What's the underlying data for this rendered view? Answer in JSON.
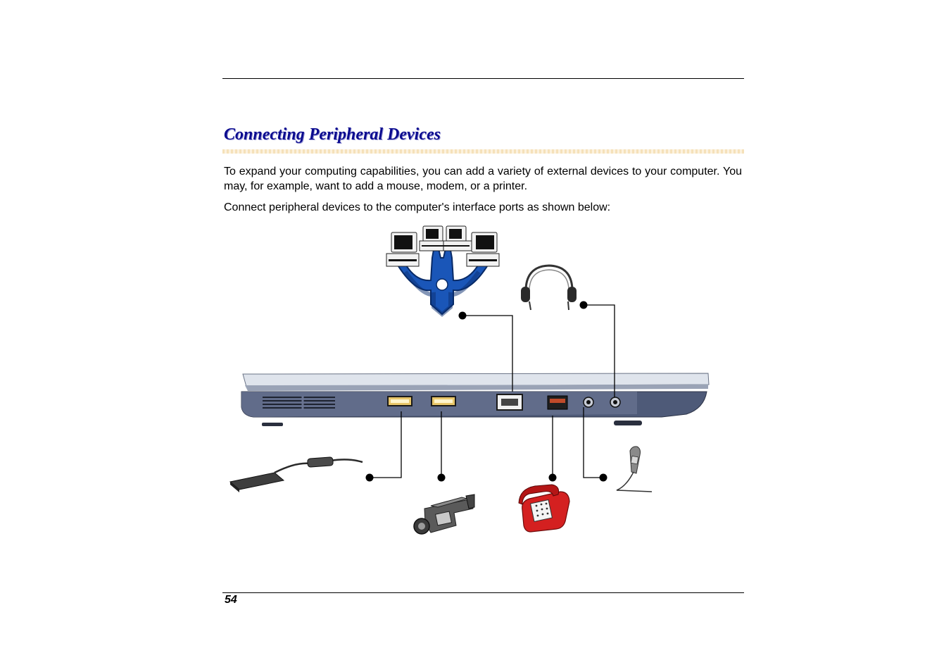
{
  "page": {
    "title": "Connecting Peripheral Devices",
    "paragraphs": [
      "To expand your computing capabilities, you can add a variety of external devices to your computer.  You may, for example, want to add a mouse, modem, or a printer.",
      "Connect peripheral devices to the computer's interface ports as shown below:"
    ],
    "page_number": "54"
  },
  "figure": {
    "devices": [
      "network-icon",
      "headphones-icon",
      "pc-card-icon",
      "camcorder-icon",
      "telephone-icon",
      "microphone-icon"
    ],
    "ports": [
      "usb-port",
      "usb-port",
      "lan-port",
      "modem-port",
      "microphone-jack",
      "headphone-jack"
    ]
  },
  "colors": {
    "title": "#0b0b8f",
    "network_blue": "#1a56b8",
    "phone_red": "#d42020",
    "laptop_body": "#4e5a78"
  }
}
